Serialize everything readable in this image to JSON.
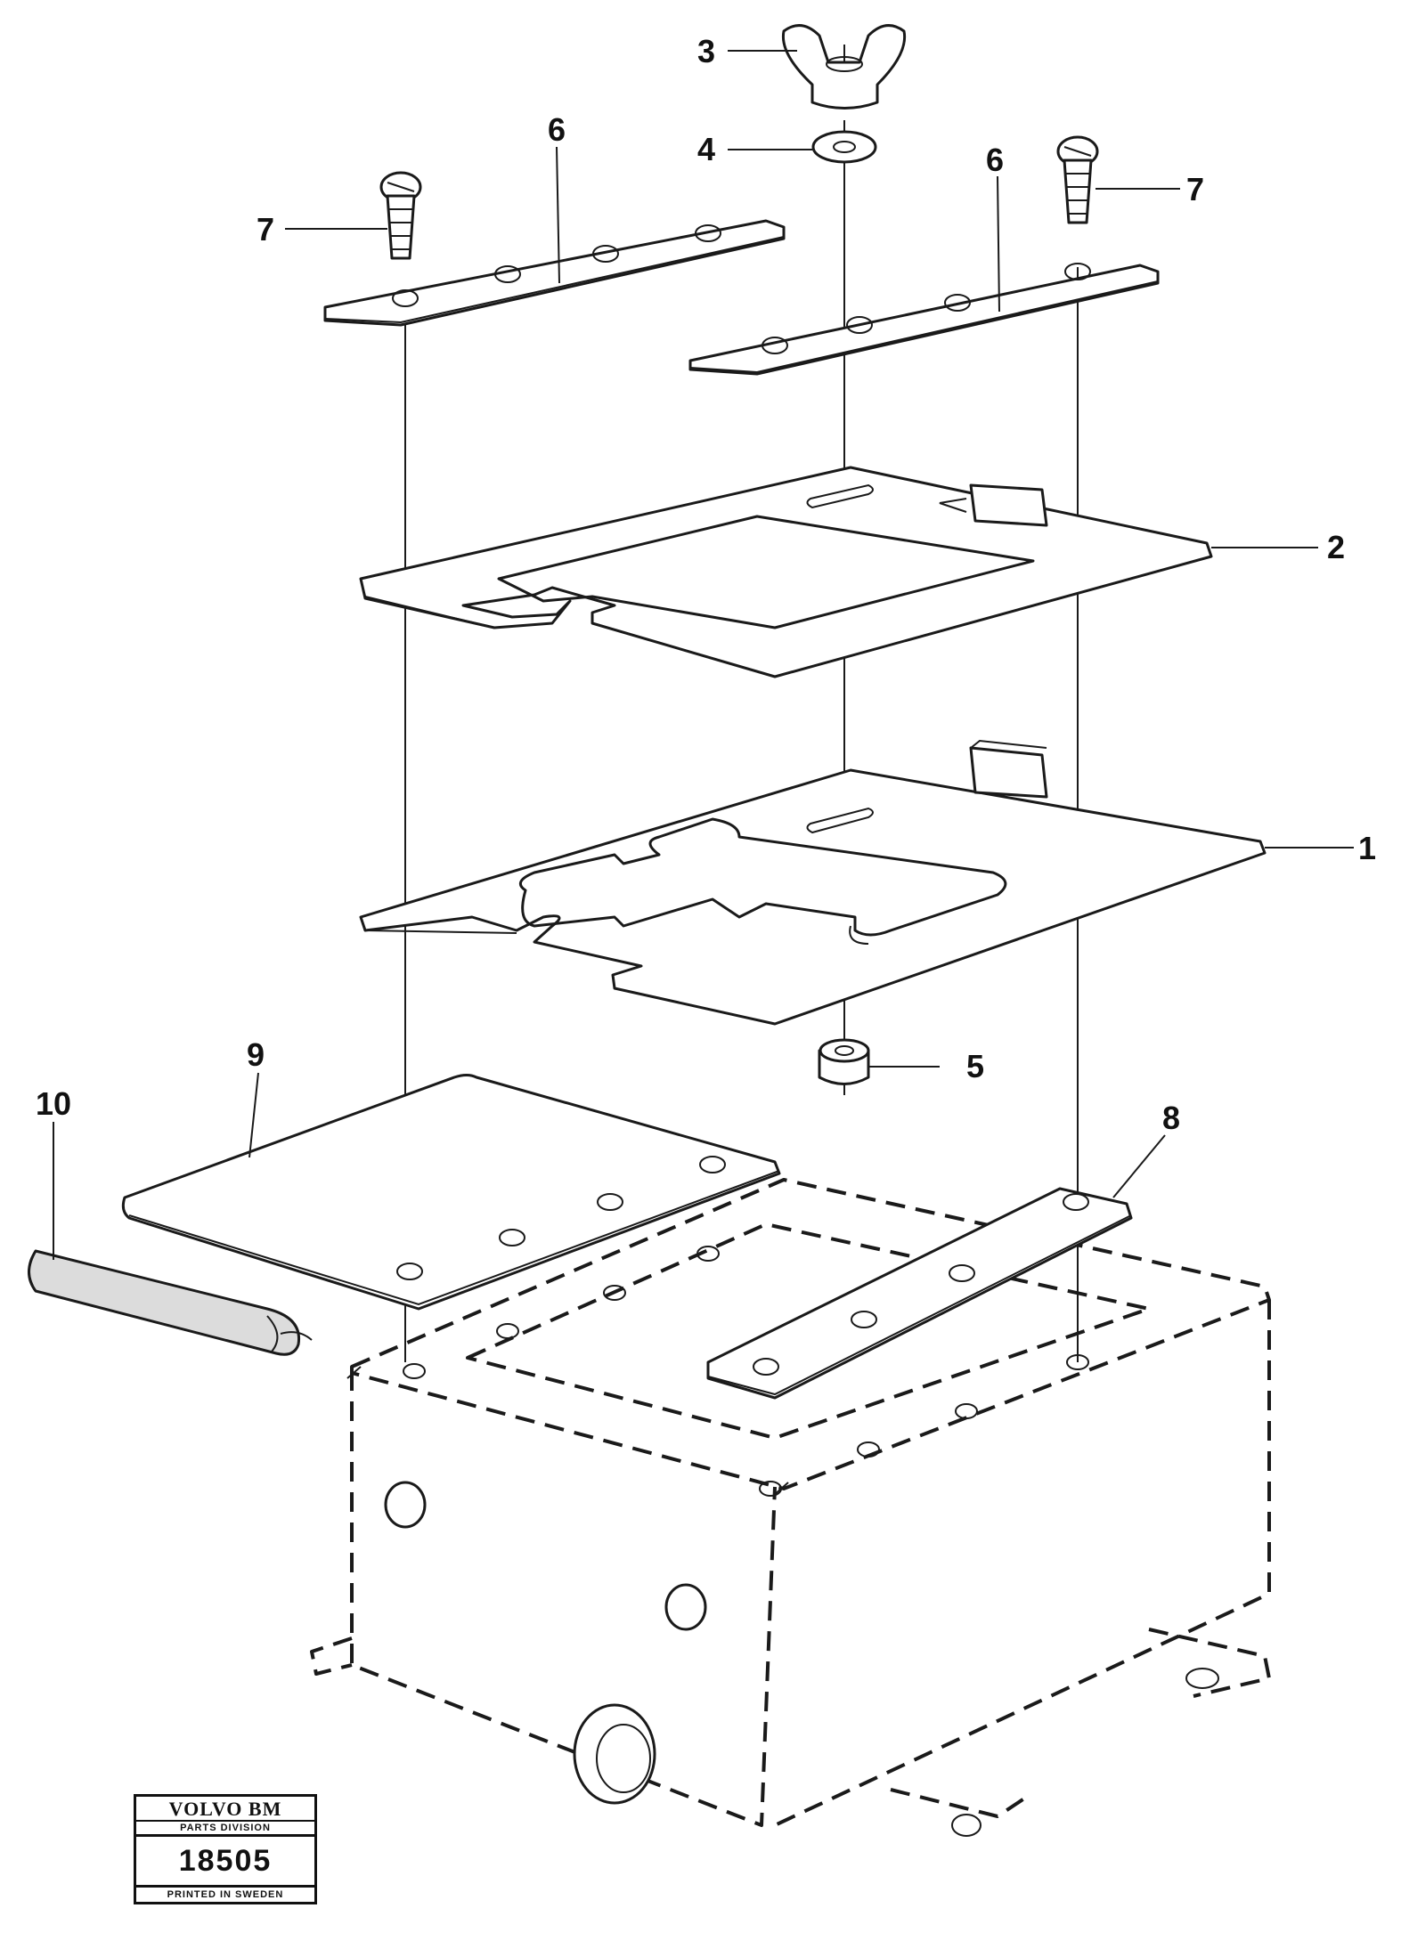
{
  "callouts": {
    "c1": "1",
    "c2": "2",
    "c3": "3",
    "c4": "4",
    "c5": "5",
    "c6a": "6",
    "c6b": "6",
    "c7a": "7",
    "c7b": "7",
    "c8": "8",
    "c9": "9",
    "c10": "10"
  },
  "stamp": {
    "brand": "VOLVO BM",
    "division": "PARTS DIVISION",
    "number": "18505",
    "printed": "PRINTED IN SWEDEN"
  }
}
